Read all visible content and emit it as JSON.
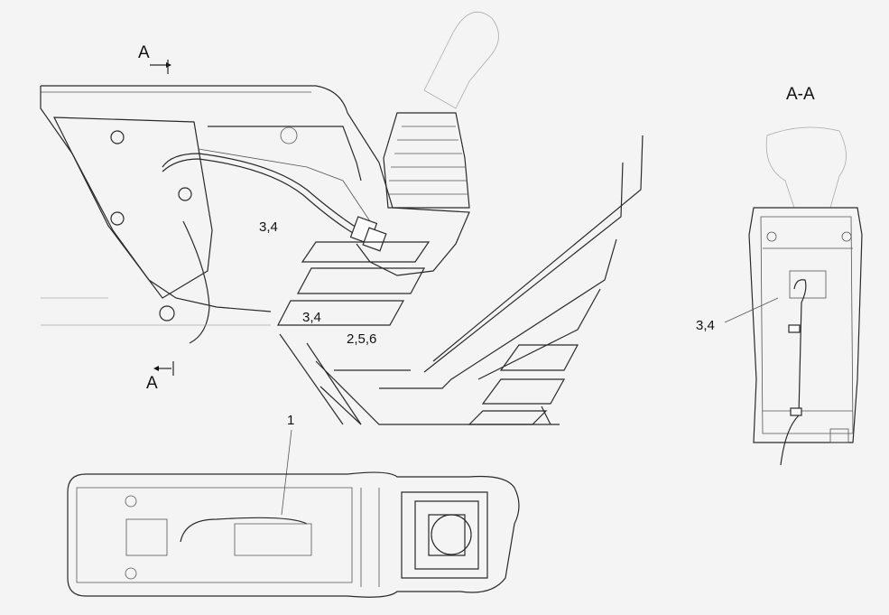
{
  "section_markers": {
    "top_letter": "A",
    "bottom_letter": "A",
    "section_title": "A-A"
  },
  "callouts": {
    "main_view_1": "3,4",
    "main_view_2": "3,4",
    "main_view_3": "2,5,6",
    "bottom_view": "1",
    "section_view": "3,4"
  },
  "colors": {
    "background": "#f4f4f4",
    "line": "#2a2a2a",
    "light_line": "#aaaaaa"
  }
}
